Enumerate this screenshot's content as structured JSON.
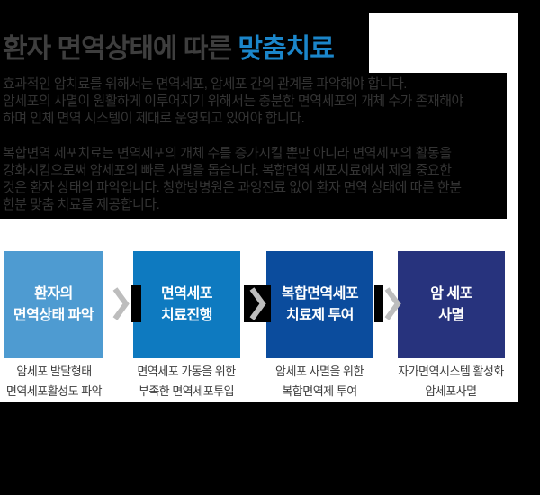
{
  "title": {
    "prefix": "환자 면역상태에 따른 ",
    "highlight": "맞춤치료",
    "highlight_color": "#1b86ca",
    "text_color": "#3e3e3e"
  },
  "intro": {
    "paragraph1_lines": [
      "효과적인 암치료를 위해서는 면역세포, 암세포 간의 관계를 파악해야 합니다.",
      "암세포의 사멸이 원활하게 이루어지기 위해서는 충분한 면역세포의 개체 수가 존재해야",
      "하며 인체 면역 시스템이 제대로 운영되고 있어야 합니다."
    ],
    "paragraph2_lines": [
      "복합면역 세포치료는 면역세포의 개체 수를 증가시킬 뿐만 아니라 면역세포의 활동을",
      "강화시킴으로써 암세포의 빠른 사멸을 돕습니다. 복합면역 세포치료에서 제일 중요한",
      "것은 환자 상태의 파악입니다. 창한방병원은 과잉진료 없이 환자 면역 상태에 따른 한분",
      "한분 맞춤 치료를 제공합니다."
    ],
    "text_color": "#343434"
  },
  "diagram": {
    "arrow_color": "#bdbdbd",
    "caption_color": "#3e3e3e",
    "boxes": [
      {
        "line1": "환자의",
        "line2": "면역상태 파악",
        "color": "#4e9bd1",
        "caption_line1": "암세포 발달형태",
        "caption_line2": "면역세포활성도 파악"
      },
      {
        "line1": "면역세포",
        "line2": "치료진행",
        "color": "#0e7ac0",
        "caption_line1": "면역세포 가동을 위한",
        "caption_line2": "부족한 면역세포투입"
      },
      {
        "line1": "복합면역세포",
        "line2": "치료제 투여",
        "color": "#0b4c9d",
        "caption_line1": "암세포 사멸을 위한",
        "caption_line2": "복합면역제 투여"
      },
      {
        "line1": "암 세포",
        "line2": "사멸",
        "color": "#27337d",
        "caption_line1": "자가면역시스템 활성화",
        "caption_line2": "암세포사멸"
      }
    ]
  }
}
